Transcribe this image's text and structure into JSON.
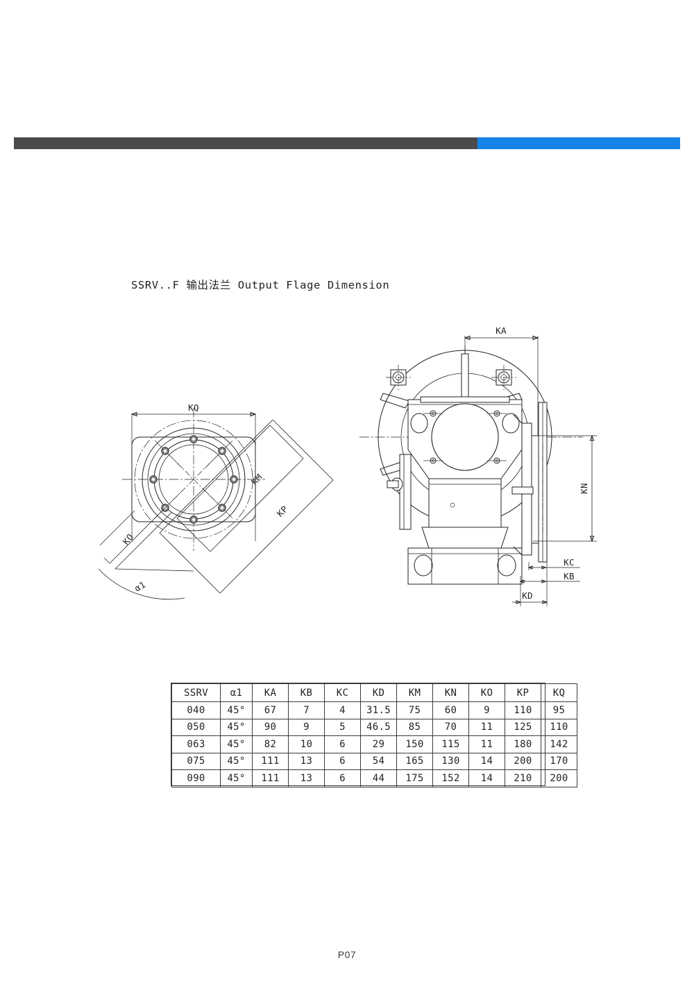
{
  "document": {
    "page_label": "P07"
  },
  "header": {
    "bar_dark_color": "#4a4a4a",
    "bar_accent_color": "#1683e8"
  },
  "section": {
    "title": "SSRV..F 输出法兰 Output Flage Dimension"
  },
  "drawings": {
    "flange_view": {
      "name": "SSRV..F output flange face view",
      "dimension_labels": {
        "kq": "KQ",
        "km": "KM",
        "kp": "KP",
        "ko": "KO",
        "a1": "α1"
      }
    },
    "gearbox_view": {
      "name": "SSRV..F gearbox front view",
      "dimension_labels": {
        "ka": "KA",
        "kn": "KN",
        "kc": "KC",
        "kb": "KB",
        "kd": "KD"
      }
    }
  },
  "spec_table": {
    "headers": [
      "SSRV",
      "α1",
      "KA",
      "KB",
      "KC",
      "KD",
      "KM",
      "KN",
      "KO",
      "KP",
      "KQ"
    ],
    "rows": [
      {
        "cells": [
          "040",
          "45°",
          "67",
          "7",
          "4",
          "31.5",
          "75",
          "60",
          "9",
          "110",
          "95"
        ]
      },
      {
        "cells": [
          "050",
          "45°",
          "90",
          "9",
          "5",
          "46.5",
          "85",
          "70",
          "11",
          "125",
          "110"
        ]
      },
      {
        "cells": [
          "063",
          "45°",
          "82",
          "10",
          "6",
          "29",
          "150",
          "115",
          "11",
          "180",
          "142"
        ]
      },
      {
        "cells": [
          "075",
          "45°",
          "111",
          "13",
          "6",
          "54",
          "165",
          "130",
          "14",
          "200",
          "170"
        ]
      },
      {
        "cells": [
          "090",
          "45°",
          "111",
          "13",
          "6",
          "44",
          "175",
          "152",
          "14",
          "210",
          "200"
        ]
      }
    ]
  },
  "chart_data": {
    "type": "table",
    "title": "SSRV..F 输出法兰 Output Flage Dimension",
    "columns": [
      "SSRV",
      "α1",
      "KA",
      "KB",
      "KC",
      "KD",
      "KM",
      "KN",
      "KO",
      "KP",
      "KQ"
    ],
    "units": "mm (α1 in degrees)",
    "rows": [
      [
        "040",
        "45°",
        67,
        7,
        4,
        31.5,
        75,
        60,
        9,
        110,
        95
      ],
      [
        "050",
        "45°",
        90,
        9,
        5,
        46.5,
        85,
        70,
        11,
        125,
        110
      ],
      [
        "063",
        "45°",
        82,
        10,
        6,
        29,
        150,
        115,
        11,
        180,
        142
      ],
      [
        "075",
        "45°",
        111,
        13,
        6,
        54,
        165,
        130,
        14,
        200,
        170
      ],
      [
        "090",
        "45°",
        111,
        13,
        6,
        44,
        175,
        152,
        14,
        210,
        200
      ]
    ]
  }
}
